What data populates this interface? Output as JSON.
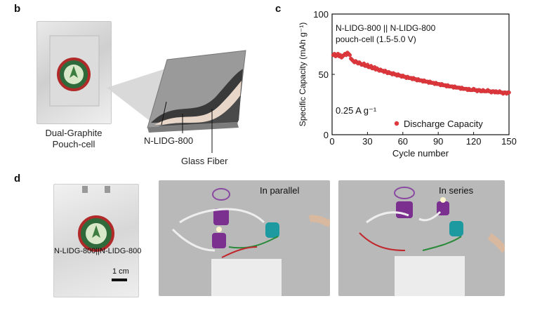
{
  "panels": {
    "b": "b",
    "c": "c",
    "d": "d"
  },
  "panel_b": {
    "pouch_caption_line1": "Dual-Graphite",
    "pouch_caption_line2": "Pouch-cell",
    "label_electrode": "N-LIDG-800",
    "label_separator": "Glass Fiber"
  },
  "panel_d": {
    "pouch_label": "N-LIDG-800||N-LIDG-800",
    "scale_bar": "1 cm",
    "parallel_label": "In parallel",
    "series_label": "In series"
  },
  "chart_data": {
    "type": "scatter",
    "title_line1": "N-LIDG-800 || N-LIDG-800",
    "title_line2": "pouch-cell (1.5-5.0 V)",
    "annotation": "0.25 A g⁻¹",
    "xlabel": "Cycle number",
    "ylabel": "Specific Capacity (mAh g⁻¹)",
    "xlim": [
      0,
      150
    ],
    "ylim": [
      0,
      100
    ],
    "xticks": [
      0,
      30,
      60,
      90,
      120,
      150
    ],
    "yticks": [
      0,
      50,
      100
    ],
    "legend": "Discharge Capacity",
    "legend_position": "bottom-right",
    "marker_color": "#e0393e",
    "series": [
      {
        "name": "Discharge Capacity",
        "x": [
          1,
          2,
          3,
          4,
          5,
          6,
          7,
          8,
          9,
          10,
          11,
          12,
          13,
          14,
          15,
          16,
          17,
          18,
          19,
          20,
          21,
          22,
          23,
          24,
          25,
          26,
          27,
          28,
          29,
          30,
          31,
          32,
          33,
          34,
          35,
          36,
          37,
          38,
          39,
          40,
          41,
          42,
          43,
          44,
          45,
          46,
          47,
          48,
          49,
          50,
          51,
          52,
          53,
          54,
          55,
          56,
          57,
          58,
          59,
          60,
          61,
          62,
          63,
          64,
          65,
          66,
          67,
          68,
          69,
          70,
          71,
          72,
          73,
          74,
          75,
          76,
          77,
          78,
          79,
          80,
          81,
          82,
          83,
          84,
          85,
          86,
          87,
          88,
          89,
          90,
          91,
          92,
          93,
          94,
          95,
          96,
          97,
          98,
          99,
          100,
          101,
          102,
          103,
          104,
          105,
          106,
          107,
          108,
          109,
          110,
          111,
          112,
          113,
          114,
          115,
          116,
          117,
          118,
          119,
          120,
          121,
          122,
          123,
          124,
          125,
          126,
          127,
          128,
          129,
          130,
          131,
          132,
          133,
          134,
          135,
          136,
          137,
          138,
          139,
          140,
          141,
          142,
          143,
          144,
          145,
          146,
          147,
          148,
          149,
          150
        ],
        "y": [
          66,
          67,
          65,
          66,
          67,
          65,
          66,
          64,
          65,
          66,
          67,
          66,
          68,
          67,
          66,
          63,
          62,
          61,
          60,
          61,
          60,
          59,
          60,
          59,
          58,
          58,
          59,
          57,
          57,
          58,
          56,
          56,
          57,
          55,
          55,
          56,
          54,
          55,
          54,
          53,
          54,
          53,
          53,
          52,
          53,
          52,
          51,
          52,
          51,
          51,
          50,
          51,
          50,
          50,
          49,
          50,
          49,
          49,
          48,
          49,
          48,
          48,
          47,
          48,
          47,
          47,
          47,
          46,
          47,
          46,
          46,
          45,
          46,
          45,
          45,
          45,
          44,
          45,
          44,
          44,
          44,
          43,
          44,
          43,
          43,
          43,
          42,
          43,
          42,
          42,
          42,
          41,
          42,
          41,
          41,
          41,
          40,
          41,
          40,
          40,
          40,
          40,
          39,
          40,
          39,
          39,
          39,
          39,
          38,
          39,
          38,
          38,
          38,
          38,
          37,
          38,
          37,
          37,
          37,
          38,
          37,
          37,
          36,
          37,
          37,
          36,
          36,
          37,
          36,
          36,
          36,
          37,
          36,
          36,
          35,
          36,
          36,
          35,
          36,
          35,
          35,
          36,
          35,
          35,
          34,
          35,
          35,
          34,
          35,
          35
        ]
      }
    ]
  }
}
